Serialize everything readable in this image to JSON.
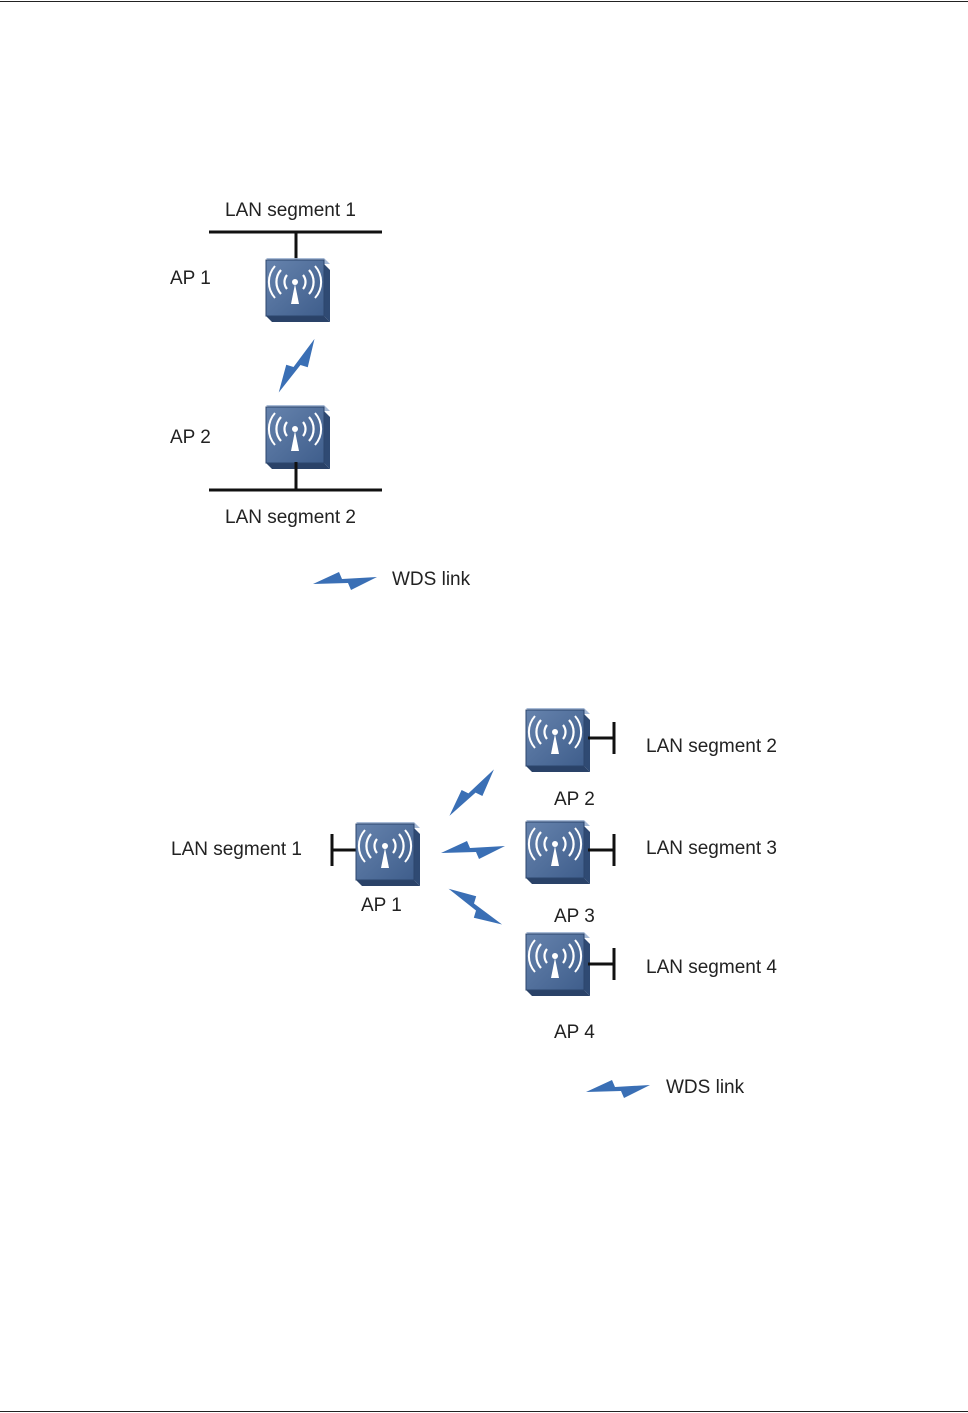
{
  "palette": {
    "ap_face": "#4e6e9c",
    "ap_dark": "#2f4a73",
    "ap_top": "#8aa4c8",
    "link_blue": "#3a6fb5",
    "line": "#111111"
  },
  "icons": {
    "access_point": "access-point-icon",
    "wds_link": "wds-link-icon"
  },
  "diagram1": {
    "lan_top": "LAN segment 1",
    "lan_bottom": "LAN segment 2",
    "ap_top": "AP 1",
    "ap_bottom": "AP 2",
    "legend": "WDS link"
  },
  "diagram2": {
    "lan_left": "LAN segment 1",
    "ap_center": "AP 1",
    "remotes": [
      {
        "ap": "AP 2",
        "lan": "LAN segment 2"
      },
      {
        "ap": "AP 3",
        "lan": "LAN segment 3"
      },
      {
        "ap": "AP 4",
        "lan": "LAN segment 4"
      }
    ],
    "legend": "WDS link"
  }
}
